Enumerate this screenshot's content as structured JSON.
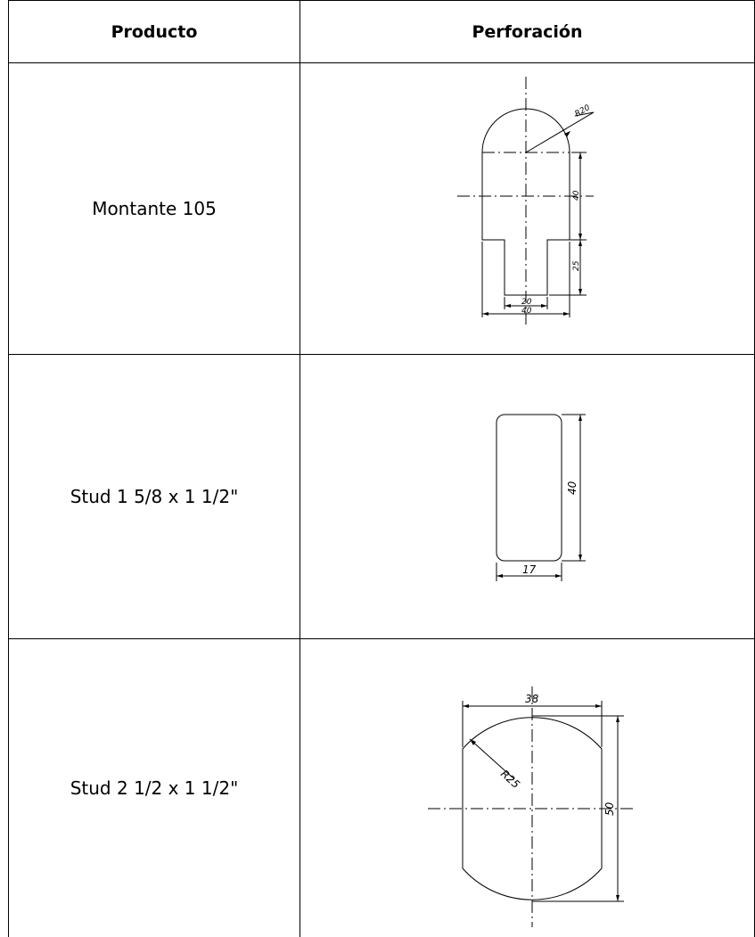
{
  "table": {
    "headers": {
      "product": "Producto",
      "perforation": "Perforación"
    },
    "rows": [
      {
        "product": "Montante 105",
        "drawing": {
          "radius_label": "R20",
          "dim_height_upper": "40",
          "dim_height_lower": "25",
          "dim_width_slot": "20",
          "dim_width_total": "40"
        }
      },
      {
        "product": "Stud 1 5/8 x 1 1/2\"",
        "drawing": {
          "dim_height": "40",
          "dim_width": "17"
        }
      },
      {
        "product": "Stud 2 1/2 x 1 1/2\"",
        "drawing": {
          "dim_width": "38",
          "radius_label": "R25",
          "dim_height": "50"
        }
      }
    ]
  }
}
